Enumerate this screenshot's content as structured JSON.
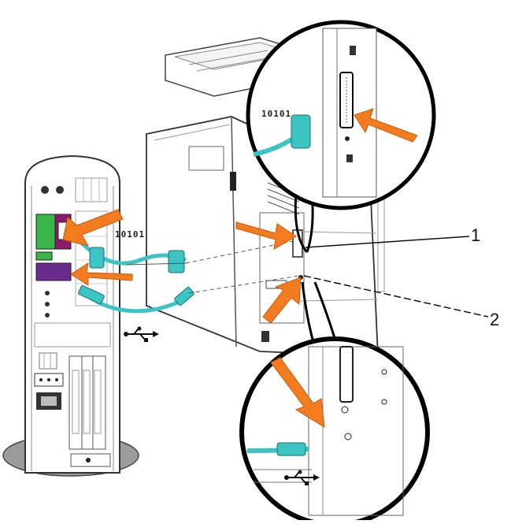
{
  "callouts": {
    "one": "1",
    "two": "2"
  },
  "parallel_data_label": "10101",
  "icons": {
    "usb": "usb-icon",
    "arrow": "orange-arrow-icon"
  },
  "colors": {
    "arrow": "#f47c20",
    "cable": "#3cc3c3",
    "port_green": "#39b54a",
    "port_magenta": "#8b1a6b",
    "port_purple": "#6a2c8c",
    "base_gray": "#9b9b9b"
  }
}
